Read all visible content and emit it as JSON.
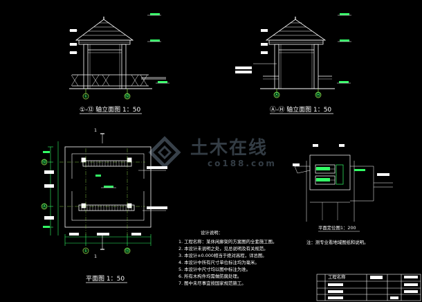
{
  "drawing": {
    "elevation_left_title": "①-⑫ 轴立面图 1：50",
    "elevation_right_title": "Ⓐ-Ⓗ 轴立面图 1：50",
    "plan_title": "平面图 1：50",
    "site_plan_title": "平面定位图1：200",
    "site_plan_note": "注：测专业看地域图纸和说明。",
    "notes_title": "设计说明：",
    "notes": [
      "1. 工程名称：某休闲廊架的方案图的全套施工图。",
      "2. 本设计未说明之处，见总说明及有关规范。",
      "3. 本设计±0.000相当于绝对高程，详总图。",
      "4. 本设计中所有尺寸单位标注均为毫米。",
      "5. 本设计中尺寸均以图中标注为准。",
      "6. 所有木构件均需做防腐处理。",
      "7. 图中未尽事宜按国家规范施工。"
    ],
    "axis_markers": {
      "elevation_left": [
        "①",
        "⑫"
      ],
      "elevation_right": [
        "Ⓐ",
        "Ⓗ"
      ],
      "plan_left": [
        "⑫",
        "Ⓐ"
      ],
      "plan_bottom": [
        "①",
        "⑫"
      ]
    },
    "section_mark": "1"
  },
  "watermark": {
    "brand": "土木在线",
    "url": "co188.com"
  },
  "title_block": {
    "header": "工程名称"
  },
  "colors": {
    "background": "#000000",
    "lines": "#ffffff",
    "grid": "#33ff66",
    "tags": "#33ff66",
    "axis": "#7fbf3f"
  }
}
